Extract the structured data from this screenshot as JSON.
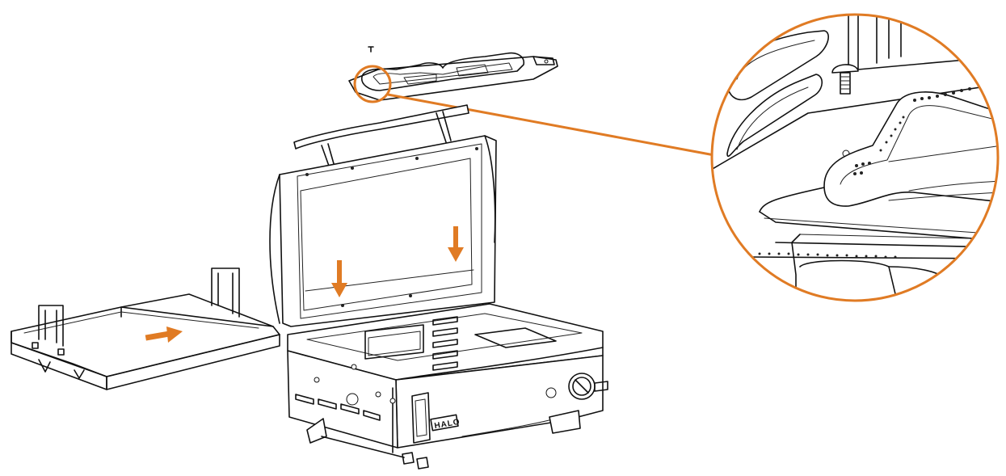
{
  "brand_label": "HALO",
  "accent_color": "#e07b24",
  "callout": {
    "icon": "screw-icon",
    "description_visible": false
  },
  "arrows": [
    {
      "name": "arrow-right-griddle",
      "direction": "right"
    },
    {
      "name": "arrow-down-left",
      "direction": "down"
    },
    {
      "name": "arrow-down-right",
      "direction": "down"
    }
  ]
}
